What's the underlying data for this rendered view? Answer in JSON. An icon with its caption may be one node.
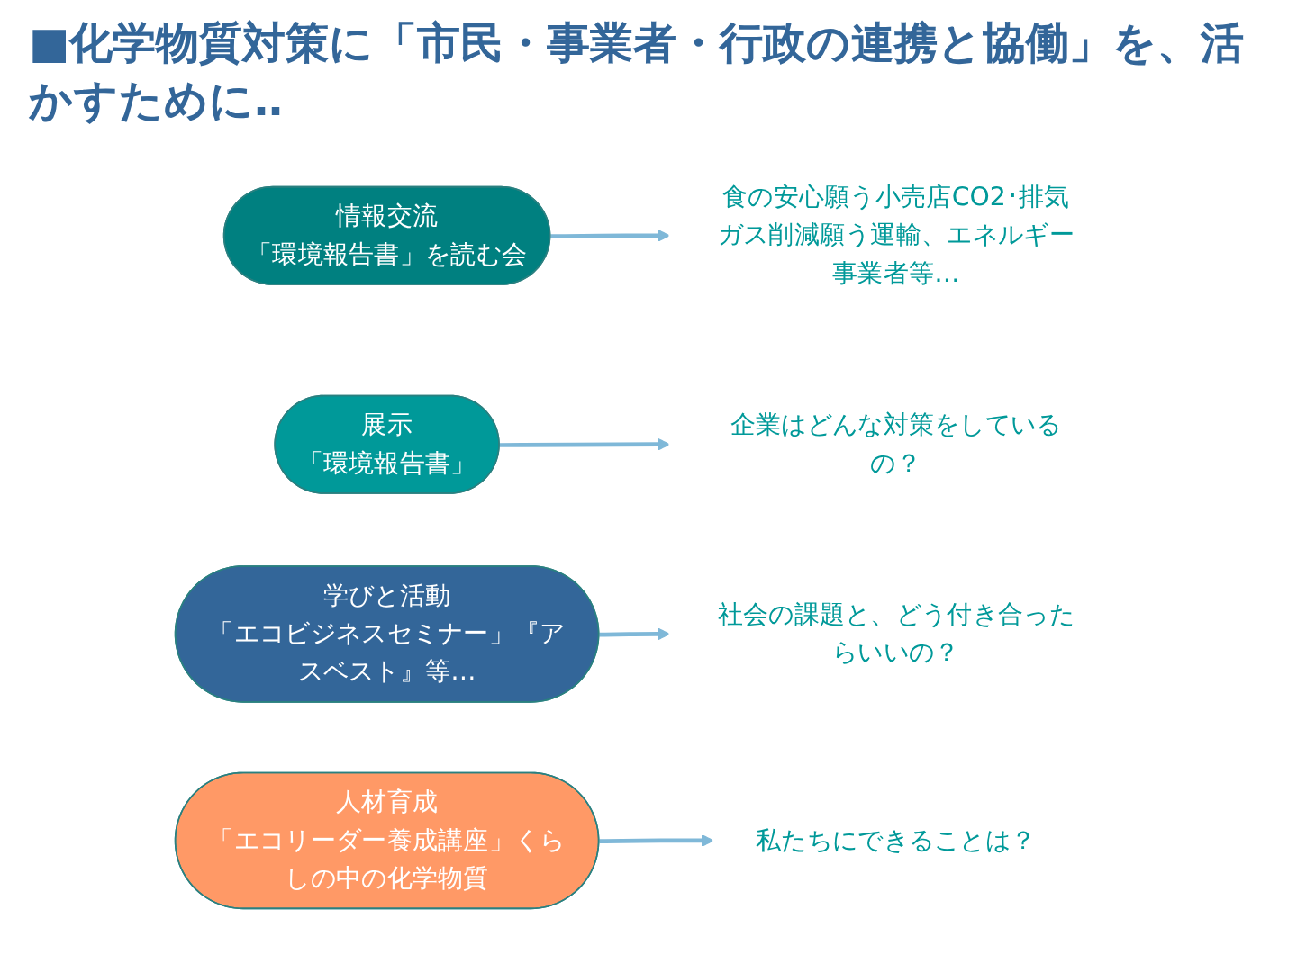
{
  "diagram": {
    "title": "■化学物質対策に「市民・事業者・行政の連携と協働」を、活かすために‥",
    "nodes": [
      {
        "text": [
          "情報交流",
          "「環境報告書」を読む会"
        ]
      },
      {
        "text": [
          "食の安心願う小売店CO2･排気ガス削減願う運輸、エネルギー事業者等…"
        ]
      },
      {
        "text": [
          "展示",
          "「環境報告書」"
        ]
      },
      {
        "text": [
          "企業はどんな対策をしているの？"
        ]
      },
      {
        "text": [
          "学びと活動",
          "「エコビジネスセミナー」『アスベスト』等…"
        ]
      },
      {
        "text": [
          "社会の課題と、どう付き合ったらいいの？"
        ]
      },
      {
        "text": [
          "人材育成",
          "「エコリーダー養成講座」くらしの中の化学物質"
        ]
      },
      {
        "text": [
          "私たちにできることは？"
        ]
      }
    ],
    "edges": [
      {
        "from": 0,
        "to": 1,
        "arrow": "to"
      },
      {
        "from": 2,
        "to": 3,
        "arrow": "to"
      },
      {
        "from": 4,
        "to": 5,
        "arrow": "to"
      },
      {
        "from": 6,
        "to": 7,
        "arrow": "to"
      }
    ]
  }
}
